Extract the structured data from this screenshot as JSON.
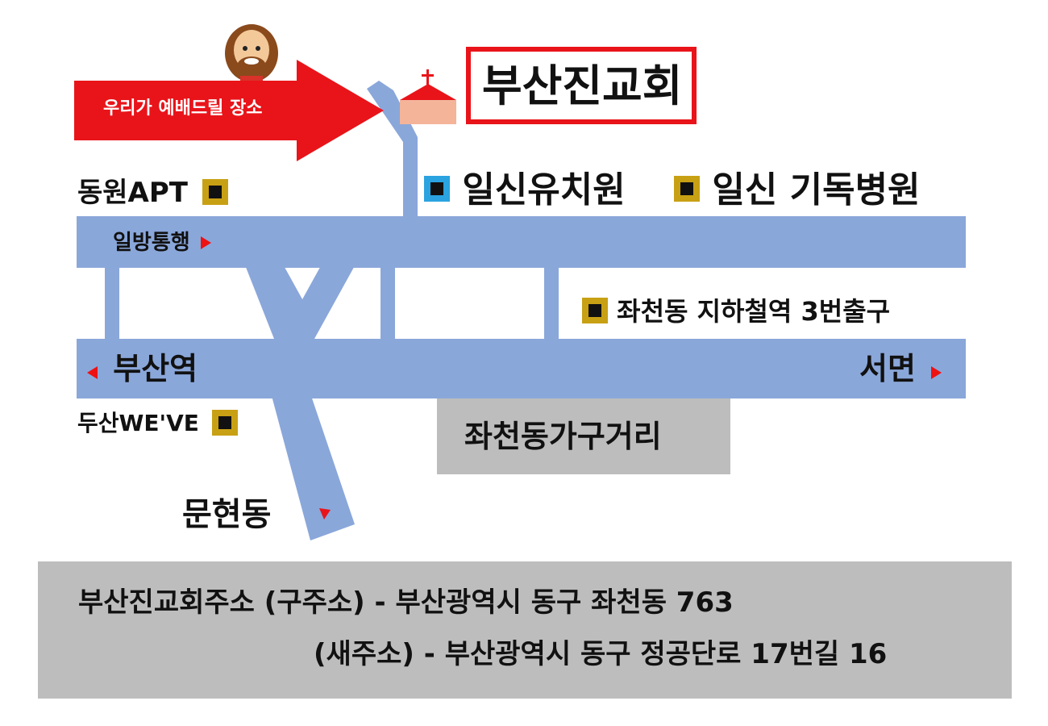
{
  "colors": {
    "road": "#8aa7da",
    "arrow": "#e8141a",
    "church_box": "#e8141a",
    "gray_box": "#bdbdbd",
    "marker_gold": "#c8a014",
    "marker_blue": "#2aa3e0"
  },
  "arrow_text": "우리가 예배드릴 장소",
  "church_name": "부산진교회",
  "landmarks": {
    "dongwon": "동원APT",
    "ilsin_kinder": "일신유치원",
    "ilsin_hospital": "일신 기독병원",
    "oneway": "일방통행",
    "jwacheon_station": "좌천동 지하철역 3번출구",
    "busan_station": "부산역",
    "seomyeon": "서면",
    "doosan": "두산WE'VE",
    "jwacheon_crossroad": "좌천동가구거리",
    "munhyeon": "문현동"
  },
  "address": {
    "line1": "부산진교회주소 (구주소) - 부산광역시 동구 좌천동 763",
    "line2": "(새주소) - 부산광역시 동구 정공단로 17번길 16"
  }
}
